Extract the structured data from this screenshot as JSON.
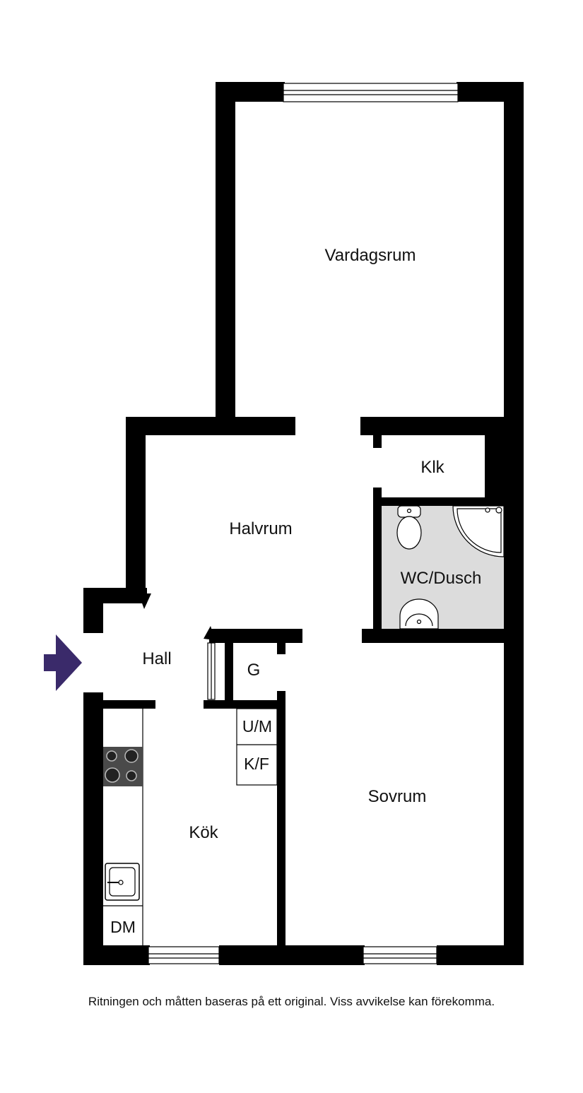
{
  "rooms": {
    "vardagsrum": "Vardagsrum",
    "halvrum": "Halvrum",
    "klk": "Klk",
    "wc_dusch": "WC/Dusch",
    "hall": "Hall",
    "g": "G",
    "kok": "Kök",
    "sovrum": "Sovrum"
  },
  "fixtures": {
    "um": "U/M",
    "kf": "K/F",
    "dm": "DM"
  },
  "disclaimer": "Ritningen och måtten baseras på ett original. Viss avvikelse kan förekomma.",
  "colors": {
    "wall": "#000000",
    "wet_room_floor": "#dcdcdc",
    "entrance_arrow": "#3a2a6a",
    "stove": "#4a4a4a"
  }
}
